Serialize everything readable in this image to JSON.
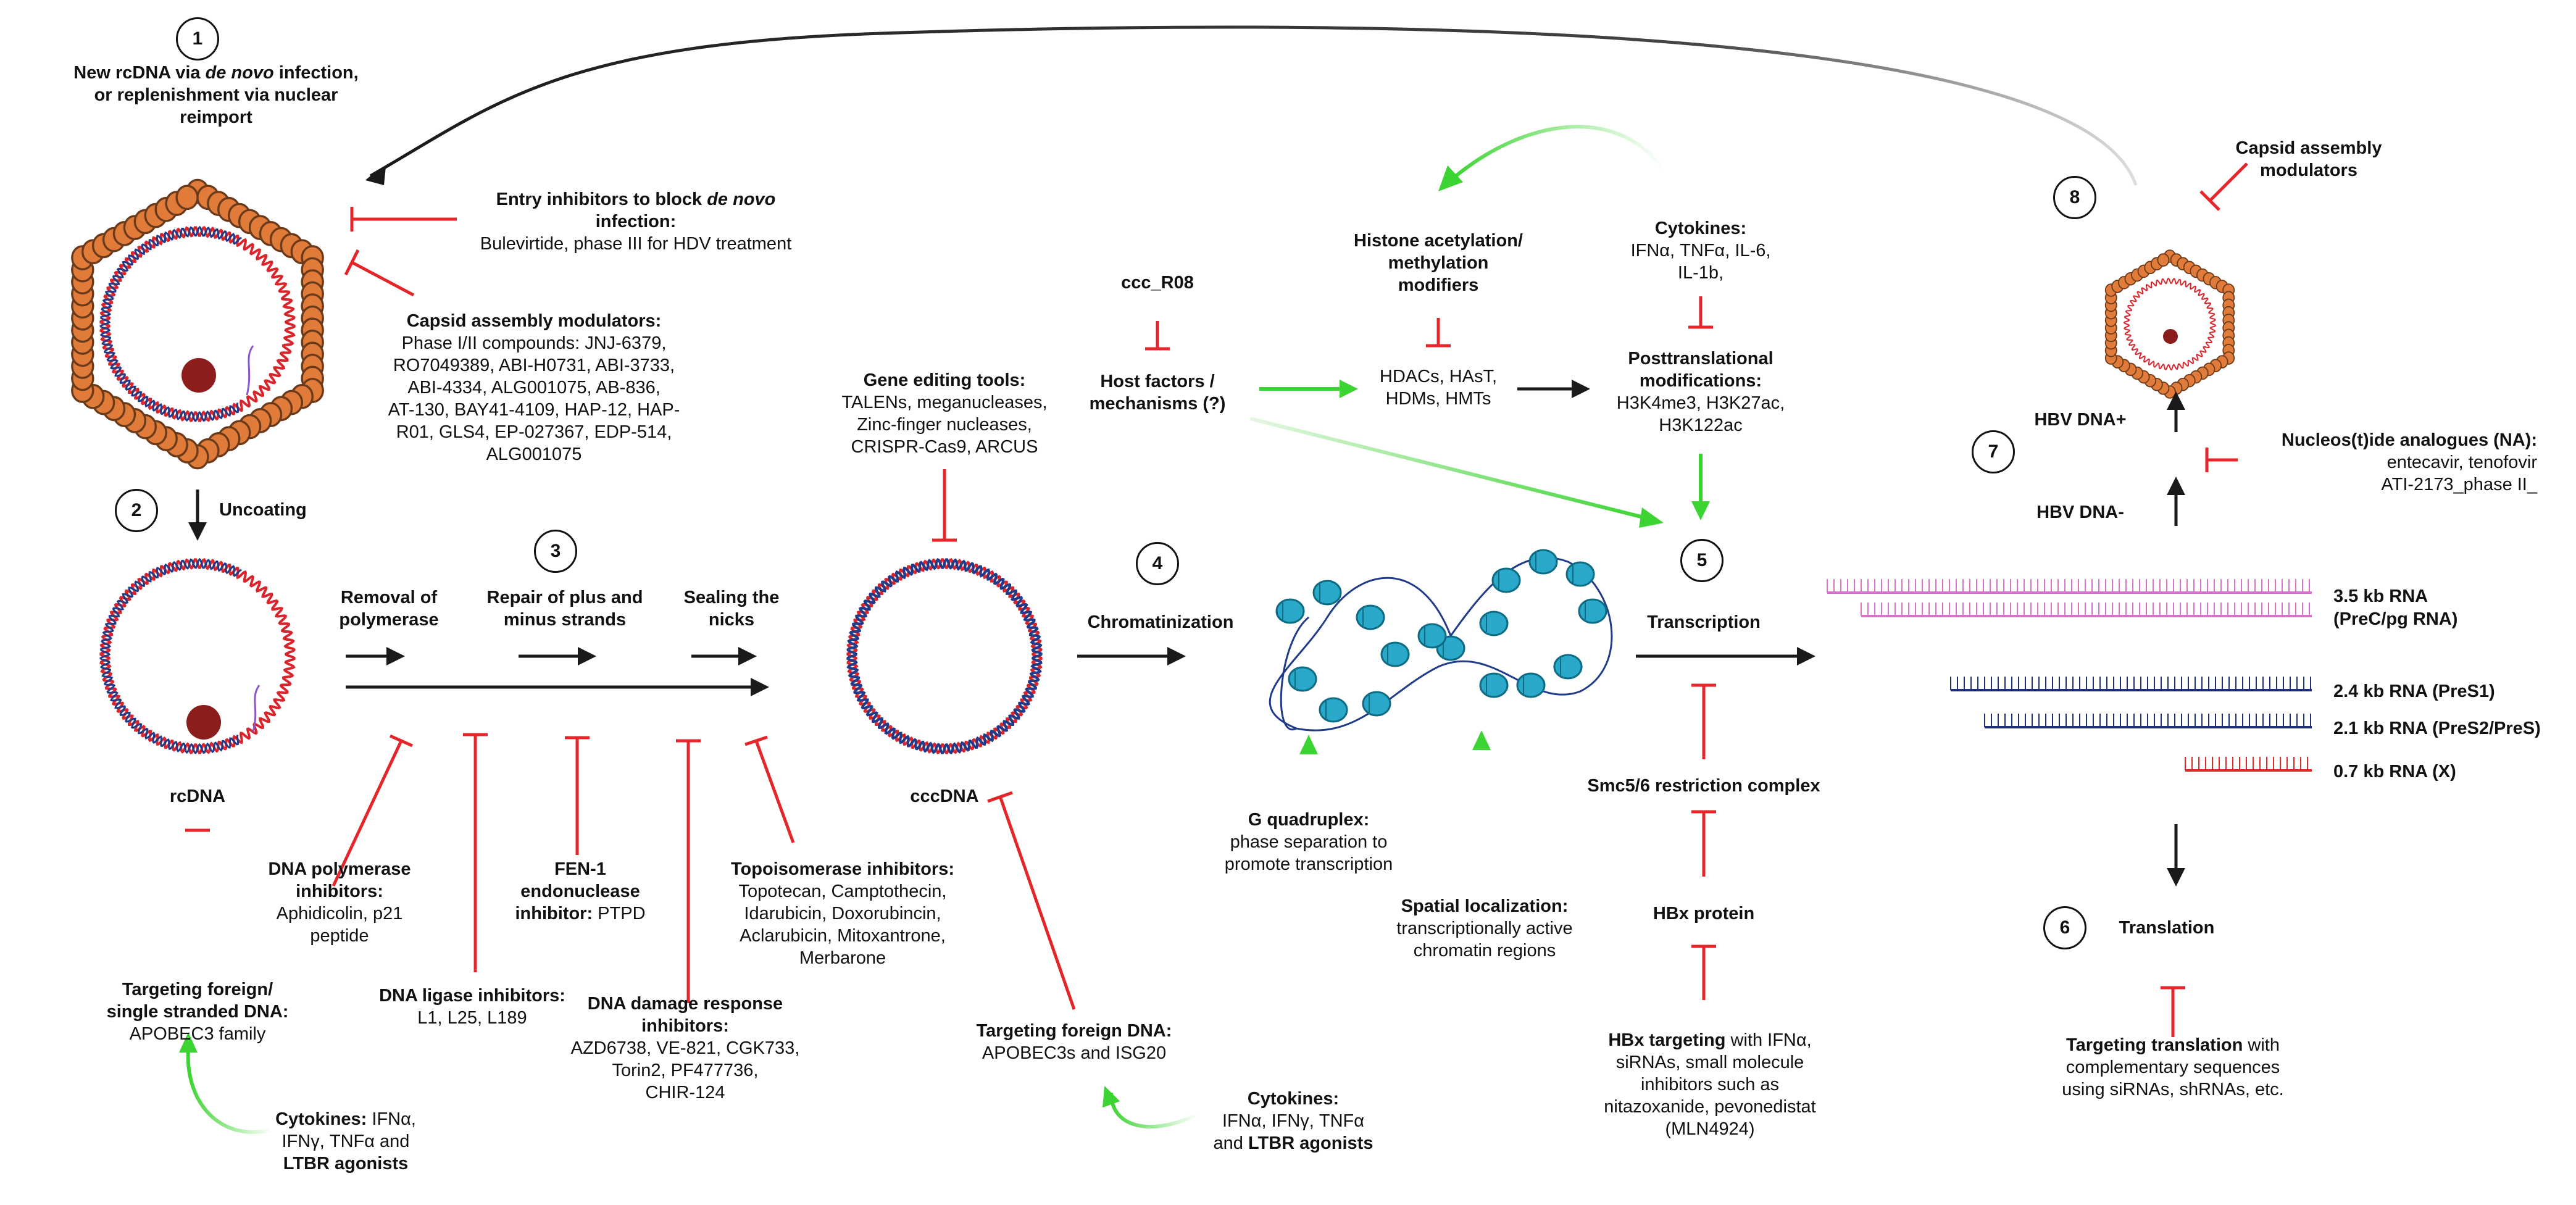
{
  "steps": {
    "s1": {
      "num": "1",
      "label1": "New rcDNA via ",
      "label_em": "de novo",
      "label2": " infection,",
      "label3": "or replenishment via nuclear",
      "label4": "reimport"
    },
    "s2": {
      "num": "2",
      "label": "Uncoating"
    },
    "s3": {
      "num": "3"
    },
    "s4": {
      "num": "4",
      "label": "Chromatinization"
    },
    "s5": {
      "num": "5",
      "label": "Transcription"
    },
    "s6": {
      "num": "6",
      "label": "Translation"
    },
    "s7": {
      "num": "7",
      "label_plus": "HBV DNA+",
      "label_minus": "HBV DNA-"
    },
    "s8": {
      "num": "8"
    }
  },
  "repair_steps": {
    "removal": [
      "Removal of",
      "polymerase"
    ],
    "repair": [
      "Repair of plus and",
      "minus strands"
    ],
    "sealing": [
      "Sealing the",
      "nicks"
    ]
  },
  "labels": {
    "rcdna": "rcDNA",
    "cccdna": "cccDNA"
  },
  "inhibitors": {
    "entry": {
      "title1": "Entry inhibitors to block ",
      "title_em": "de novo",
      "title2": "infection:",
      "body": "Bulevirtide, phase III for HDV treatment"
    },
    "cam": {
      "title": "Capsid assembly modulators:",
      "lines": [
        "Phase I/II compounds: JNJ-6379,",
        "RO7049389, ABI-H0731, ABI-3733,",
        "ABI-4334, ALG001075, AB-836,",
        "AT-130, BAY41-4109, HAP-12, HAP-",
        "R01, GLS4, EP-027367, EDP-514,",
        "ALG001075"
      ]
    },
    "cam8": {
      "lines": [
        "Capsid assembly",
        "modulators"
      ]
    },
    "dna_pol": {
      "title": [
        "DNA polymerase",
        "inhibitors:"
      ],
      "body": [
        "Aphidicolin, p21",
        "peptide"
      ]
    },
    "fen1": {
      "title": [
        "FEN-1 endonuclease",
        "inhibitor: "
      ],
      "body": "PTPD"
    },
    "ligase": {
      "title": "DNA ligase  inhibitors:",
      "body": "L1, L25, L189"
    },
    "ddr": {
      "title": [
        "DNA damage response",
        "inhibitors:"
      ],
      "body": [
        "AZD6738, VE-821, CGK733,",
        "Torin2,  PF477736,",
        "CHIR-124"
      ]
    },
    "topo": {
      "title": "Topoisomerase inhibitors:",
      "body": [
        "Topotecan, Camptothecin,",
        "Idarubicin, Doxorubincin,",
        "Aclarubicin, Mitoxantrone,",
        "Merbarone"
      ]
    },
    "foreign_ss": {
      "title": [
        "Targeting foreign/",
        "single stranded DNA:"
      ],
      "body": "APOBEC3 family"
    },
    "cyto1": {
      "title": "Cytokines:",
      "body1": " IFNα,",
      "body2": "IFNγ, TNFα and",
      "body3": "LTBR agonists"
    },
    "gene_edit": {
      "title": "Gene editing tools:",
      "body": [
        "TALENs, meganucleases,",
        "Zinc-finger nucleases,",
        "CRISPR-Cas9, ARCUS"
      ]
    },
    "foreign_dna": {
      "title": "Targeting foreign DNA:",
      "body": "APOBEC3s and  ISG20"
    },
    "cyto2": {
      "title": "Cytokines:",
      "body1": "IFNα, IFNγ, TNFα",
      "body2": "and ",
      "body3": "LTBR agonists"
    },
    "ccc_r08": "ccc_R08",
    "host": [
      "Host factors /",
      "mechanisms (?)"
    ],
    "histone": [
      "Histone acetylation/",
      "methylation",
      "modifiers"
    ],
    "hdacs": [
      "HDACs, HAsT,",
      "HDMs, HMTs"
    ],
    "cyto3": {
      "title": "Cytokines:",
      "body": [
        "IFNα, TNFα,  IL-6,",
        "IL-1b,"
      ]
    },
    "ptm": {
      "title": [
        "Posttranslational",
        "modifications:"
      ],
      "body": [
        "H3K4me3, H3K27ac,",
        "H3K122ac"
      ]
    },
    "gquad": {
      "title": "G quadruplex:",
      "body": [
        "phase separation to",
        "promote transcription"
      ]
    },
    "spatial": {
      "title": "Spatial localization:",
      "body": [
        "transcriptionally active",
        "chromatin regions"
      ]
    },
    "smc": "Smc5/6 restriction complex",
    "hbx": "HBx protein",
    "hbx_target": {
      "title": "HBx targeting",
      "body0": " with IFNα,",
      "body": [
        "siRNAs, small molecule",
        "inhibitors such as",
        "nitazoxanide, pevonedistat",
        "(MLN4924)"
      ]
    },
    "na": {
      "title": "Nucleos(t)ide analogues (NA):",
      "body": [
        "entecavir, tenofovir",
        "ATI-2173_phase II_"
      ]
    },
    "transl_target": {
      "title": "Targeting translation",
      "body0": " with",
      "body": [
        "complementary sequences",
        "using siRNAs, shRNAs, etc."
      ]
    }
  },
  "rnas": [
    {
      "label": "3.5 kb RNA",
      "color": "#d873c9"
    },
    {
      "label": "(PreC/pg RNA)",
      "color": "#d873c9"
    },
    {
      "label": "2.4 kb RNA (PreS1)",
      "color": "#1f2f7a"
    },
    {
      "label": "2.1 kb RNA (PreS2/PreS)",
      "color": "#1f2f7a"
    },
    {
      "label": "0.7 kb RNA (X)",
      "color": "#e2262a"
    }
  ],
  "colors": {
    "inhibit": "#e5252a",
    "promote": "#3cd432",
    "arrow": "#1a1a1a",
    "capsid": "#e07b39",
    "histone": "#2aa8c9"
  }
}
